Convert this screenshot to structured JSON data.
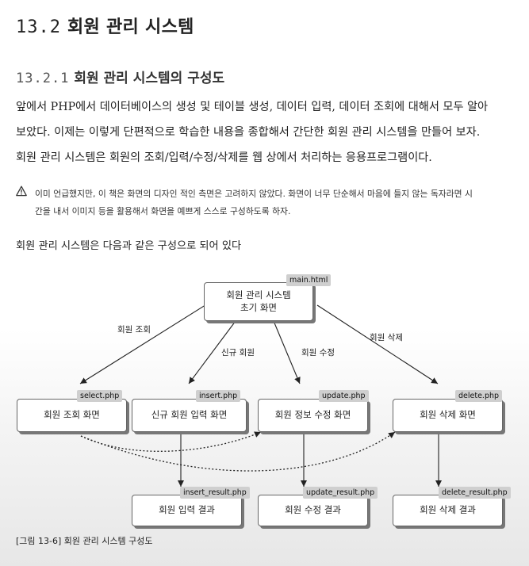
{
  "section": {
    "number": "13.2",
    "title": "회원 관리 시스템"
  },
  "subsection": {
    "number": "13.2.1",
    "title": "회원 관리 시스템의 구성도"
  },
  "paragraphs": {
    "p1_line1": "앞에서 PHP에서 데이터베이스의 생성 및 테이블 생성, 데이터 입력, 데이터 조회에 대해서 모두 알아",
    "p1_line2": "보았다. 이제는 이렇게 단편적으로 학습한 내용을 종합해서 간단한 회원 관리 시스템을 만들어 보자.",
    "p2": "회원 관리 시스템은 회원의 조회/입력/수정/삭제를 웹 상에서 처리하는 응용프로그램이다."
  },
  "note": {
    "icon": "warning-triangle-icon",
    "line1": "이미 언급했지만, 이 책은 화면의 디자인 적인 측면은 고려하지 않았다. 화면이 너무 단순해서 마음에 들지 않는 독자라면 시",
    "line2": "간을 내서 이미지 등을 활용해서 화면을 예쁘게 스스로 구성하도록 하자."
  },
  "intro": "회원 관리 시스템은 다음과 같은 구성으로 되어 있다",
  "diagram": {
    "main": {
      "line1": "회원 관리 시스템",
      "line2": "초기 화면",
      "file": "main.html"
    },
    "select": {
      "label": "회원 조회 화면",
      "file": "select.php"
    },
    "insert": {
      "label": "신규 회원 입력 화면",
      "file": "insert.php"
    },
    "update": {
      "label": "회원 정보 수정 화면",
      "file": "update.php"
    },
    "delete": {
      "label": "회원 삭제 화면",
      "file": "delete.php"
    },
    "insert_result": {
      "label": "회원 입력 결과",
      "file": "insert_result.php"
    },
    "update_result": {
      "label": "회원 수정 결과",
      "file": "update_result.php"
    },
    "delete_result": {
      "label": "회원 삭제 결과",
      "file": "delete_result.php"
    },
    "edges": {
      "select": "회원 조회",
      "insert": "신규 회원",
      "update": "회원 수정",
      "delete": "회원 삭제"
    }
  },
  "caption": "[그림 13-6] 회원 관리 시스템 구성도"
}
